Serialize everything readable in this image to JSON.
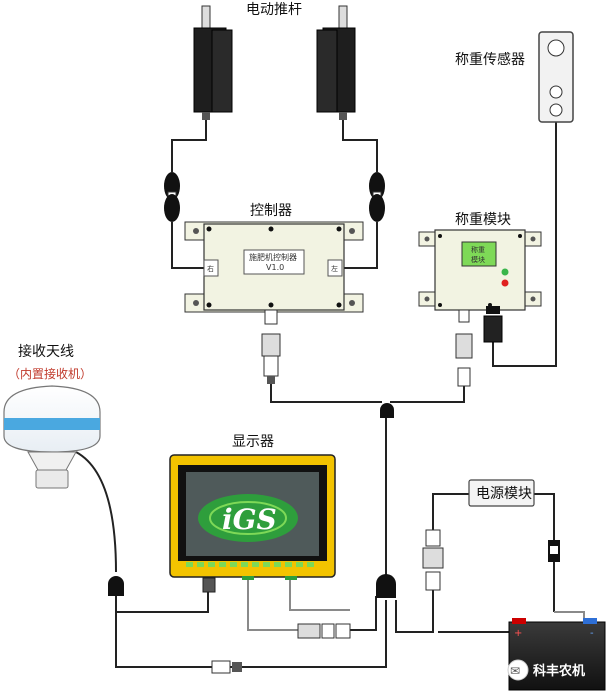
{
  "labels": {
    "actuator": "电动推杆",
    "load_cell": "称重传感器",
    "controller": "控制器",
    "weigh_module": "称重模块",
    "antenna": "接收天线",
    "antenna_sub": "（内置接收机）",
    "display": "显示器",
    "power_module": "电源模块"
  },
  "controller_panel": {
    "name_line1": "施肥机控制器",
    "name_line2": "V1.0",
    "right_mark": "右",
    "left_mark": "左"
  },
  "weigh_screen": {
    "line1": "称重",
    "line2": "模块"
  },
  "display_logo": "iGS",
  "battery": {
    "plus": "+",
    "minus": "-"
  },
  "watermark": "科丰农机",
  "colors": {
    "controller_fill": "#f2f3e2",
    "display_frame": "#f3c300",
    "display_screen": "#4f5a5a",
    "logo_green": "#2e9e3c",
    "antenna_blue": "#4aa8e0",
    "wire": "#222222",
    "wire_gray": "#8a8a8a"
  }
}
